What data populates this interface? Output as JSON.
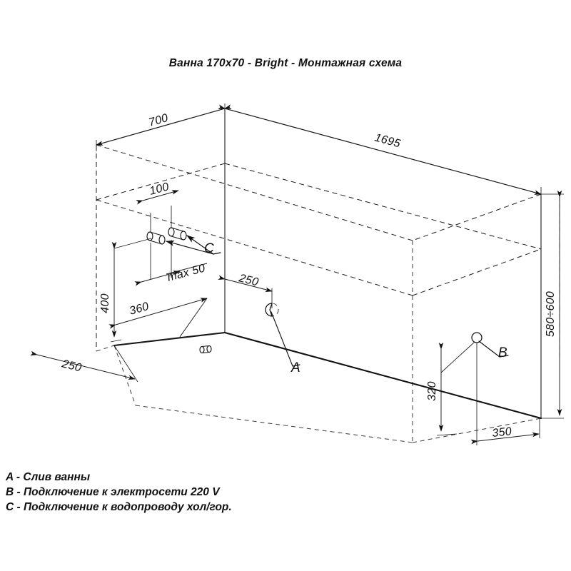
{
  "title": "Ванна 170x70 - Bright - Монтажная схема",
  "legend": {
    "items": [
      {
        "key": "A",
        "text": "A - Слив ванны"
      },
      {
        "key": "B",
        "text": "B - Подключение к электросети 220 V"
      },
      {
        "key": "C",
        "text": "C - Подключение к водопроводу хол/гор."
      }
    ]
  },
  "markers": {
    "drain": "A",
    "power": "B",
    "water": "C"
  },
  "dimensions": {
    "width_700": "700",
    "length_1695": "1695",
    "water_offset_100": "100",
    "height_400": "400",
    "max_50": "max 50",
    "floor_360": "360",
    "drain_250": "250",
    "left_250": "250",
    "height_320": "320",
    "power_350": "350",
    "height_580_600": "580÷600"
  },
  "colors": {
    "line": "#1a1a1a",
    "heavy": "#111111",
    "background": "#ffffff"
  }
}
